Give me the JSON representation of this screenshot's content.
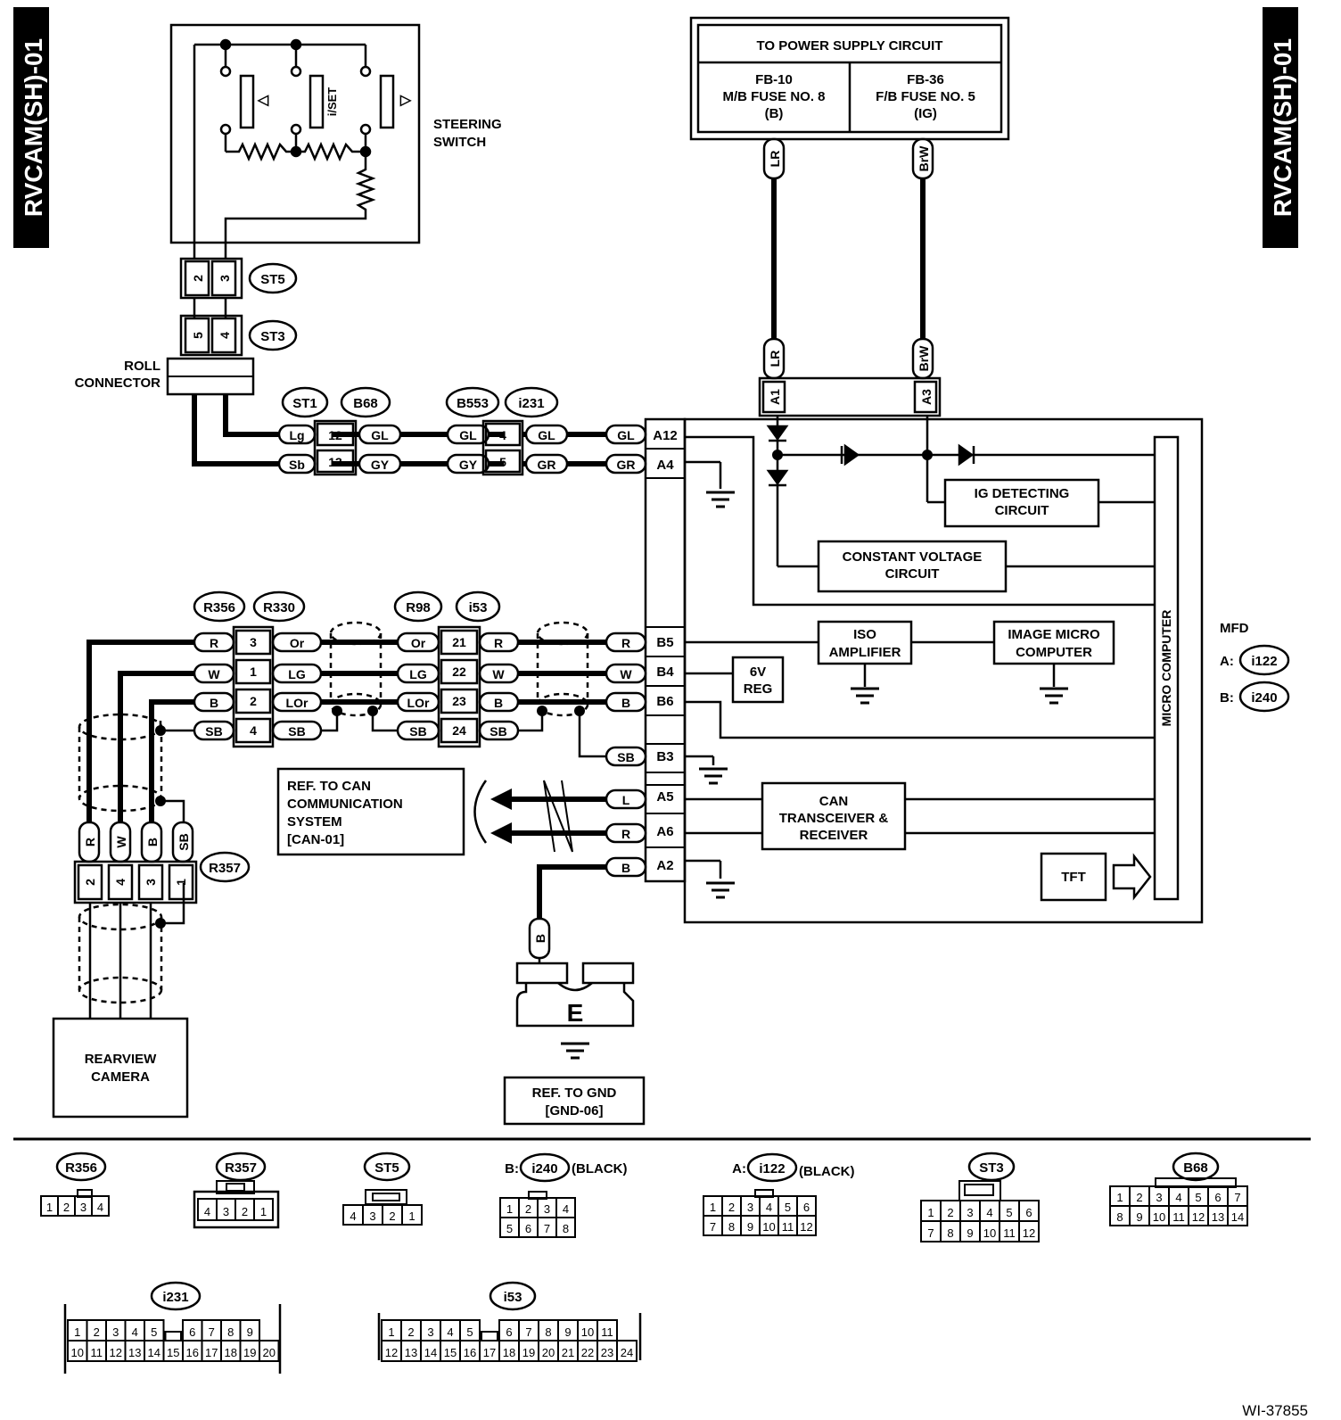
{
  "side_tabs": {
    "left": "RVCAM(SH)-01",
    "right": "RVCAM(SH)-01"
  },
  "steering_switch": {
    "label_line1": "STEERING",
    "label_line2": "SWITCH",
    "btn_left": "◁",
    "btn_mid": "i/SET",
    "btn_right": "▷"
  },
  "roll_connector": {
    "line1": "ROLL",
    "line2": "CONNECTOR"
  },
  "power_box": {
    "title": "TO POWER SUPPLY CIRCUIT",
    "left": [
      "FB-10",
      "M/B FUSE NO. 8",
      "(B)"
    ],
    "right": [
      "FB-36",
      "F/B FUSE NO. 5",
      "(IG)"
    ]
  },
  "connectors": {
    "st5": "ST5",
    "st3": "ST3",
    "st1": "ST1",
    "b68": "B68",
    "b553": "B553",
    "i231": "i231",
    "r356": "R356",
    "r330": "R330",
    "r98": "R98",
    "i53": "i53",
    "r357": "R357"
  },
  "pins": {
    "st5": [
      "2",
      "3"
    ],
    "st3": [
      "5",
      "4"
    ],
    "b68": [
      "12",
      "13"
    ],
    "i231": [
      "4",
      "5"
    ],
    "r330": [
      "3",
      "1",
      "2",
      "4"
    ],
    "i53": [
      "21",
      "22",
      "23",
      "24"
    ],
    "r357": [
      "2",
      "4",
      "3",
      "1"
    ]
  },
  "wires": {
    "lr": "LR",
    "brw": "BrW",
    "lg": "Lg",
    "sb": "Sb",
    "gl": "GL",
    "gy": "GY",
    "gr": "GR",
    "r": "R",
    "w": "W",
    "b": "B",
    "sbu": "SB",
    "or": "Or",
    "lg2": "LG",
    "lor": "LOr",
    "l": "L"
  },
  "terminals": {
    "a1": "A1",
    "a3": "A3",
    "a12": "A12",
    "a4": "A4",
    "b5": "B5",
    "b4": "B4",
    "b6": "B6",
    "b3": "B3",
    "a5": "A5",
    "a6": "A6",
    "a2": "A2"
  },
  "mfd": {
    "label": "MFD",
    "a_prefix": "A:",
    "a_conn": "i122",
    "b_prefix": "B:",
    "b_conn": "i240",
    "ig_detect": [
      "IG DETECTING",
      "CIRCUIT"
    ],
    "const_volt": [
      "CONSTANT VOLTAGE",
      "CIRCUIT"
    ],
    "iso_amp": [
      "ISO",
      "AMPLIFIER"
    ],
    "image_micro": [
      "IMAGE MICRO",
      "COMPUTER"
    ],
    "reg6v": [
      "6V",
      "REG"
    ],
    "micro": "MICRO COMPUTER",
    "can": [
      "CAN",
      "TRANSCEIVER &",
      "RECEIVER"
    ],
    "tft": "TFT"
  },
  "can_ref": [
    "REF. TO CAN",
    "COMMUNICATION",
    "SYSTEM",
    "[CAN-01]"
  ],
  "gnd": {
    "label": "E",
    "ref": [
      "REF. TO GND",
      "[GND-06]"
    ]
  },
  "camera": [
    "REARVIEW",
    "CAMERA"
  ],
  "faces": {
    "r356": {
      "label": "R356",
      "pins": [
        "1",
        "2",
        "3",
        "4"
      ]
    },
    "r357": {
      "label": "R357",
      "pins": [
        "4",
        "3",
        "2",
        "1"
      ]
    },
    "st5": {
      "label": "ST5",
      "pins": [
        "4",
        "3",
        "2",
        "1"
      ]
    },
    "i240": {
      "prefix": "B:",
      "label": "i240",
      "suffix": "(BLACK)",
      "row1": [
        "1",
        "2",
        "3",
        "4"
      ],
      "row2": [
        "5",
        "6",
        "7",
        "8"
      ]
    },
    "i122": {
      "prefix": "A:",
      "label": "i122",
      "suffix": "(BLACK)",
      "row1": [
        "1",
        "2",
        "3",
        "4",
        "5",
        "6"
      ],
      "row2": [
        "7",
        "8",
        "9",
        "10",
        "11",
        "12"
      ]
    },
    "st3": {
      "label": "ST3",
      "row1": [
        "1",
        "2",
        "3",
        "4",
        "5",
        "6"
      ],
      "row2": [
        "7",
        "8",
        "9",
        "10",
        "11",
        "12"
      ]
    },
    "b68": {
      "label": "B68",
      "row1": [
        "1",
        "2",
        "3",
        "4",
        "5",
        "6",
        "7"
      ],
      "row2": [
        "8",
        "9",
        "10",
        "11",
        "12",
        "13",
        "14"
      ]
    },
    "i231": {
      "label": "i231",
      "row1": [
        "1",
        "2",
        "3",
        "4",
        "5",
        "",
        "6",
        "7",
        "8",
        "9"
      ],
      "row2": [
        "10",
        "11",
        "12",
        "13",
        "14",
        "15",
        "16",
        "17",
        "18",
        "19",
        "20"
      ]
    },
    "i53": {
      "label": "i53",
      "row1": [
        "1",
        "2",
        "3",
        "4",
        "5",
        "",
        "6",
        "7",
        "8",
        "9",
        "10",
        "11"
      ],
      "row2": [
        "12",
        "13",
        "14",
        "15",
        "16",
        "17",
        "18",
        "19",
        "20",
        "21",
        "22",
        "23",
        "24"
      ]
    }
  },
  "figure_id": "WI-37855"
}
